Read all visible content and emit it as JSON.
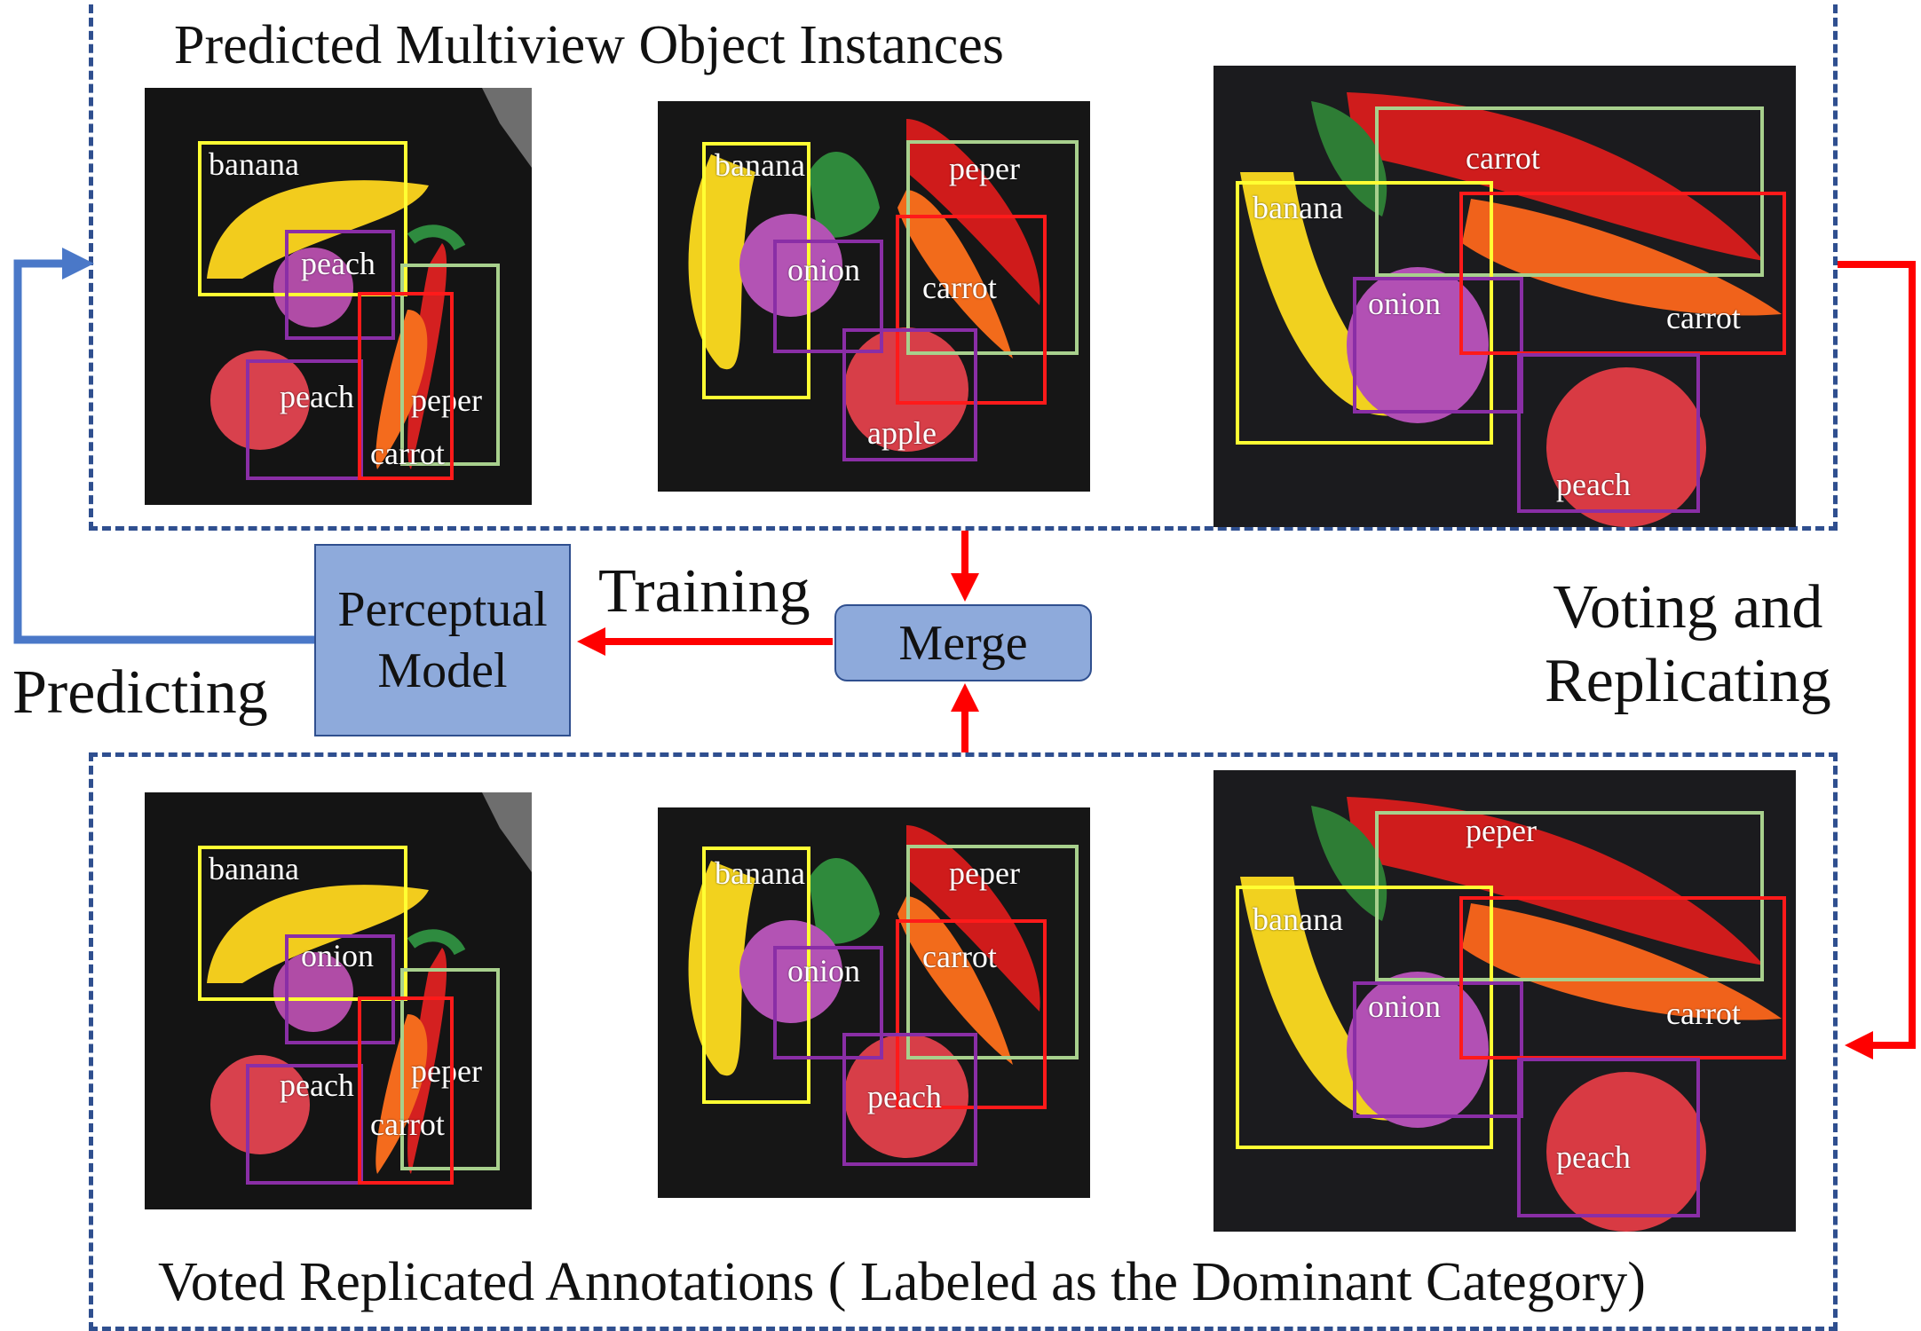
{
  "top_panel": {
    "title": "Predicted Multiview Object Instances"
  },
  "bottom_panel": {
    "title": "Voted Replicated Annotations ( Labeled as the Dominant Category)"
  },
  "nodes": {
    "perceptual_model": "Perceptual\nModel",
    "merge": "Merge"
  },
  "flow_labels": {
    "training": "Training",
    "predicting": "Predicting",
    "voting": "Voting and\nReplicating"
  },
  "colors": {
    "panel_border": "#2f4f8f",
    "predict_arrow": "#4a78c8",
    "data_arrow": "#ff0000",
    "node_fill": "#8eaadb",
    "box_banana": "#ffff33",
    "box_purple": "#8a2ea6",
    "box_red": "#ff1a1a",
    "box_green": "#a8d08d"
  },
  "images": {
    "top": [
      {
        "labels": [
          "banana",
          "peach",
          "peach",
          "peper",
          "carrot"
        ]
      },
      {
        "labels": [
          "banana",
          "peper",
          "onion",
          "carrot",
          "apple"
        ]
      },
      {
        "labels": [
          "carrot",
          "banana",
          "onion",
          "carrot",
          "peach"
        ]
      }
    ],
    "bottom": [
      {
        "labels": [
          "banana",
          "onion",
          "peach",
          "peper",
          "carrot"
        ]
      },
      {
        "labels": [
          "banana",
          "peper",
          "onion",
          "carrot",
          "peach"
        ]
      },
      {
        "labels": [
          "peper",
          "banana",
          "onion",
          "carrot",
          "peach"
        ]
      }
    ]
  }
}
